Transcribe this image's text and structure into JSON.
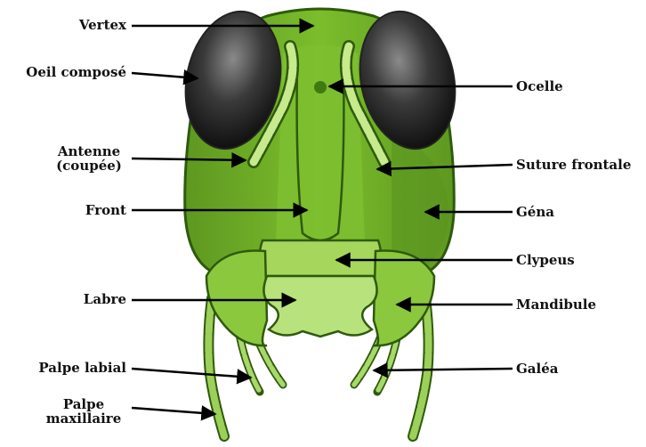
{
  "labels": {
    "vertex": "Vertex",
    "oeil_compose": "Oeil composé",
    "antenne_line1": "Antenne",
    "antenne_line2": "(coupée)",
    "front": "Front",
    "labre": "Labre",
    "palpe_labial": "Palpe labial",
    "palpe_maxillaire_line1": "Palpe",
    "palpe_maxillaire_line2": "maxillaire",
    "ocelle": "Ocelle",
    "suture_frontale": "Suture frontale",
    "gena": "Géna",
    "clypeus": "Clypeus",
    "mandibule": "Mandibule",
    "galea": "Galéa"
  },
  "colors": {
    "head_dark": "#5f9a1c",
    "head_mid": "#78b82a",
    "head_light": "#b7e07a",
    "eye": "#2a2a2a",
    "outline": "#2f5a0c",
    "arrow": "#000000"
  }
}
